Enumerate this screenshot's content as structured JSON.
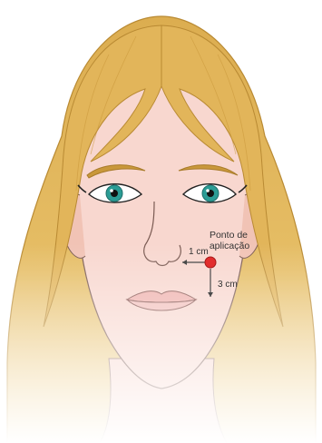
{
  "labels": {
    "point_line1": "Ponto de",
    "point_line2": "aplicação",
    "horizontal_distance": "1 cm",
    "vertical_distance": "3 cm"
  },
  "colors": {
    "hair": "#e3b85c",
    "hair_shadow": "#c9983b",
    "skin": "#f8d7cf",
    "skin_shade": "#f1c3b5",
    "iris": "#2b9c95",
    "lips": "#efb2ae",
    "marker": "#e22d2d",
    "line": "#4a4a4a"
  }
}
